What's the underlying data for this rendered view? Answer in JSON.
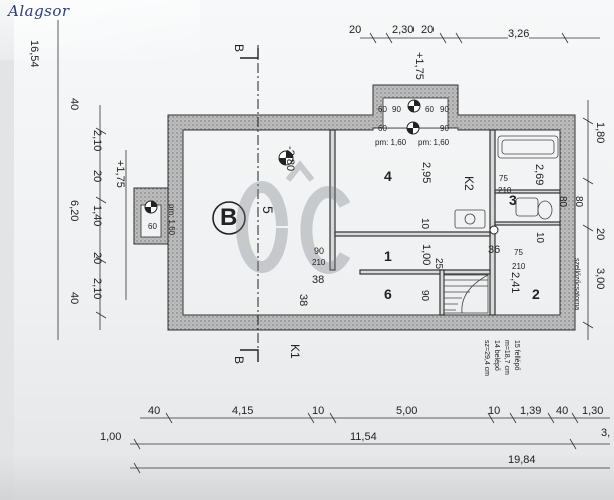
{
  "handwritten_title": "Alagsor",
  "top_dims": [
    "20",
    "2,30",
    "20",
    "3,26"
  ],
  "left_dims": [
    "16,54",
    "40",
    "2,10",
    "20",
    "6,20",
    "1,40",
    "20",
    "2,10",
    "40",
    "+1,75"
  ],
  "top_landing": {
    "level": "+1,75",
    "dims": [
      "60",
      "90",
      "60",
      "90",
      "60",
      "90"
    ]
  },
  "rooms": {
    "building": "B",
    "r5": "5",
    "level_b": "-2,80",
    "r4": "4",
    "r4_area": "2,95",
    "k2": "K2",
    "r3": "3",
    "r3_area": "2,69",
    "r1": "1",
    "r1_area": "1,00",
    "r6": "6",
    "r2": "2",
    "r2_area": "2,41"
  },
  "annotations": {
    "pm_left": "pm: 1,60",
    "pm_top_a": "pm: 1,60",
    "pm_top_b": "pm: 1,60",
    "n60": "60",
    "n90a": "90",
    "n210a": "210",
    "n38a": "38",
    "n38b": "38",
    "n75a": "75",
    "n210b": "210",
    "n10a": "10",
    "n10b": "10",
    "n25": "25",
    "n36": "36",
    "n75b": "75",
    "n210c": "210",
    "n90b": "90",
    "n80a": "80",
    "n80b": "80",
    "vent": "szellőzőcsatorna"
  },
  "right_dims": [
    "1,80",
    "20",
    "3,00"
  ],
  "stairs_note": [
    "15 fellépő",
    "m=18,7 cm",
    "14 belépő",
    "sz=29,4 cm"
  ],
  "section": {
    "top": "B",
    "bottom": "B",
    "k1": "K1"
  },
  "bottom_row1": [
    "40",
    "4,15",
    "10",
    "5,00",
    "10",
    "1,39",
    "40",
    "1,30"
  ],
  "bottom_row2": [
    "1,00",
    "11,54",
    "3,"
  ],
  "bottom_row3": [
    "19,84"
  ]
}
